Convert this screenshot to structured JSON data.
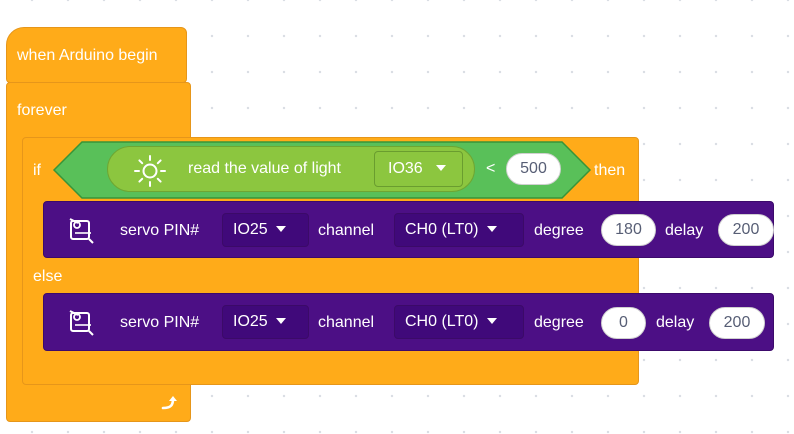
{
  "hat": {
    "label": "when Arduino begin"
  },
  "forever": {
    "label": "forever"
  },
  "if_block": {
    "if_label": "if",
    "then_label": "then",
    "else_label": "else"
  },
  "condition": {
    "reporter_label": "read the value of light",
    "pin_value": "IO36",
    "operator": "<",
    "threshold": "500"
  },
  "servo_1": {
    "label": "servo PIN#",
    "pin": "IO25",
    "channel_label": "channel",
    "channel": "CH0 (LT0)",
    "degree_label": "degree",
    "degree": "180",
    "delay_label": "delay",
    "delay": "200"
  },
  "servo_2": {
    "label": "servo PIN#",
    "pin": "IO25",
    "channel_label": "channel",
    "channel": "CH0 (LT0)",
    "degree_label": "degree",
    "degree": "0",
    "delay_label": "delay",
    "delay": "200"
  },
  "colors": {
    "control": "#ffab19",
    "servo": "#4c0f85",
    "operator": "#59c059",
    "sensor": "#8cc63f"
  },
  "icons": [
    "sun-icon",
    "servo-icon",
    "loop-arrow-icon",
    "dropdown-arrow-icon"
  ]
}
